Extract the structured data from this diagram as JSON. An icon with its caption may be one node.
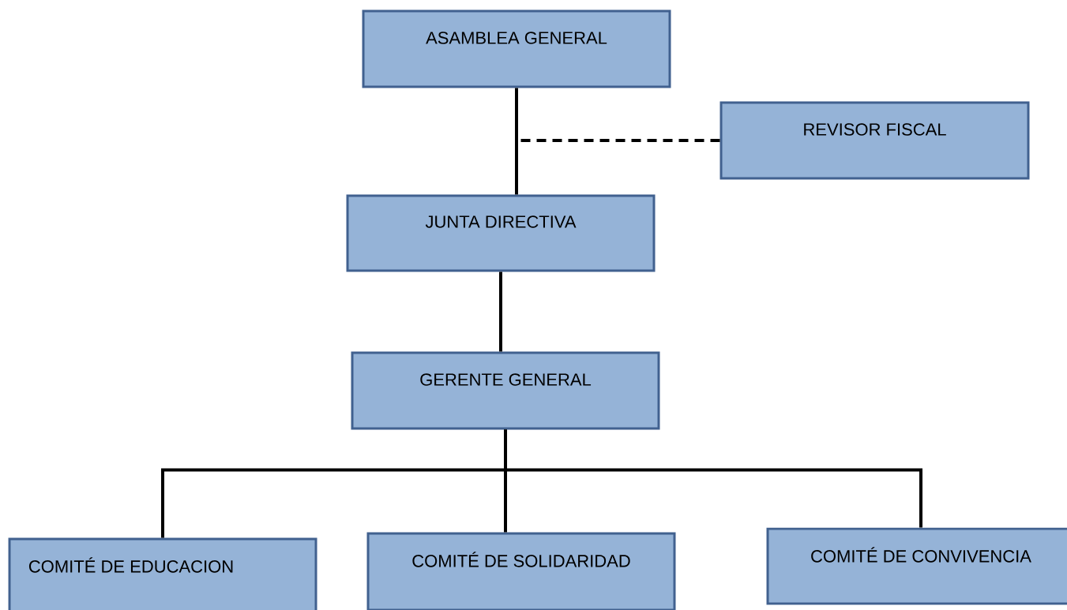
{
  "diagram": {
    "nodes": [
      {
        "text": [
          "ASAMBLEA GENERAL"
        ]
      },
      {
        "text": [
          "REVISOR FISCAL"
        ]
      },
      {
        "text": [
          "JUNTA DIRECTIVA"
        ]
      },
      {
        "text": [
          "GERENTE GENERAL"
        ]
      },
      {
        "text": [
          "COMITÉ DE EDUCACION"
        ]
      },
      {
        "text": [
          "COMITÉ DE SOLIDARIDAD"
        ]
      },
      {
        "text": [
          "COMITÉ DE CONVIVENCIA"
        ]
      }
    ],
    "edges": [
      {
        "from": 0,
        "to": 2,
        "arrow": "none"
      },
      {
        "from": 1,
        "to": null,
        "arrow": "none",
        "style": "dashed"
      },
      {
        "from": 2,
        "to": 3,
        "arrow": "none"
      },
      {
        "from": 3,
        "to": 4,
        "arrow": "none"
      },
      {
        "from": 3,
        "to": 5,
        "arrow": "none"
      },
      {
        "from": 3,
        "to": 6,
        "arrow": "none"
      }
    ]
  }
}
